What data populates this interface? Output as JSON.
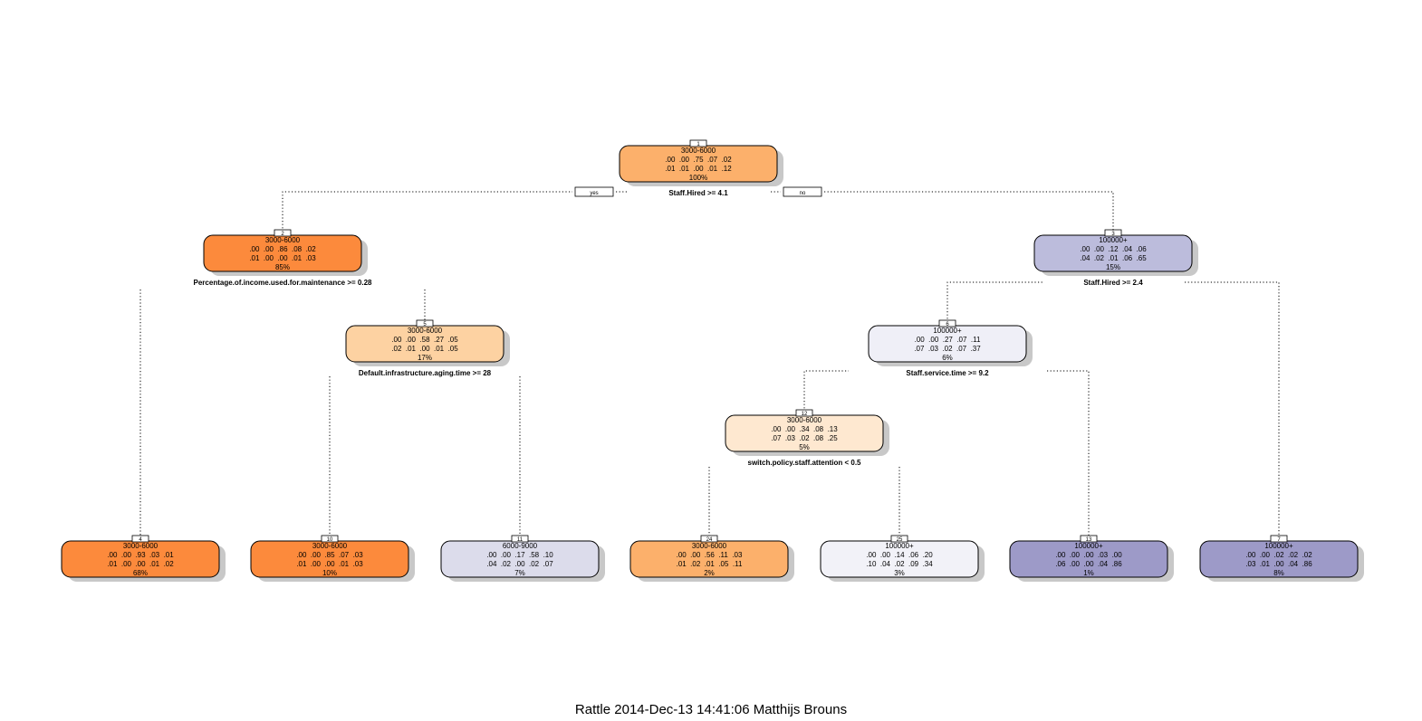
{
  "tree": {
    "nodes": [
      {
        "id": "1",
        "class": "3000-6000",
        "probs_row1": ".00  .00  .75  .07  .02",
        "probs_row2": ".01  .01  .00  .01  .12",
        "pct": "100%",
        "split": "Staff.Hired >= 4.1",
        "fill": "#fcb06b"
      },
      {
        "id": "2",
        "class": "3000-6000",
        "probs_row1": ".00  .00  .86  .08  .02",
        "probs_row2": ".01  .00  .00  .01  .03",
        "pct": "85%",
        "split": "Percentage.of.income.used.for.maintenance >= 0.28",
        "fill": "#fc8a3c"
      },
      {
        "id": "3",
        "class": "100000+",
        "probs_row1": ".00  .00  .12  .04  .06",
        "probs_row2": ".04  .02  .01  .06  .65",
        "pct": "15%",
        "split": "Staff.Hired >= 2.4",
        "fill": "#bcbcdc"
      },
      {
        "id": "5",
        "class": "3000-6000",
        "probs_row1": ".00  .00  .58  .27  .05",
        "probs_row2": ".02  .01  .00  .01  .05",
        "pct": "17%",
        "split": "Default.infrastructure.aging.time >= 28",
        "fill": "#fdd2a2"
      },
      {
        "id": "6",
        "class": "100000+",
        "probs_row1": ".00  .00  .27  .07  .11",
        "probs_row2": ".07  .03  .02  .07  .37",
        "pct": "6%",
        "split": "Staff.service.time >= 9.2",
        "fill": "#efeff7"
      },
      {
        "id": "12",
        "class": "3000-6000",
        "probs_row1": ".00  .00  .34  .08  .13",
        "probs_row2": ".07  .03  .02  .08  .25",
        "pct": "5%",
        "split": "switch.policy.staff.attention < 0.5",
        "fill": "#fee8d0"
      },
      {
        "id": "4",
        "class": "3000-6000",
        "probs_row1": ".00  .00  .93  .03  .01",
        "probs_row2": ".01  .00  .00  .01  .02",
        "pct": "68%",
        "split": "",
        "fill": "#fc8a3c"
      },
      {
        "id": "10",
        "class": "3000-6000",
        "probs_row1": ".00  .00  .85  .07  .03",
        "probs_row2": ".01  .00  .00  .01  .03",
        "pct": "10%",
        "split": "",
        "fill": "#fc8a3c"
      },
      {
        "id": "11",
        "class": "6000-9000",
        "probs_row1": ".00  .00  .17  .58  .10",
        "probs_row2": ".04  .02  .00  .02  .07",
        "pct": "7%",
        "split": "",
        "fill": "#dcdceb"
      },
      {
        "id": "24",
        "class": "3000-6000",
        "probs_row1": ".00  .00  .56  .11  .03",
        "probs_row2": ".01  .02  .01  .05  .11",
        "pct": "2%",
        "split": "",
        "fill": "#fcb06b"
      },
      {
        "id": "25",
        "class": "100000+",
        "probs_row1": ".00  .00  .14  .06  .20",
        "probs_row2": ".10  .04  .02  .09  .34",
        "pct": "3%",
        "split": "",
        "fill": "#f2f2f8"
      },
      {
        "id": "13",
        "class": "100000+",
        "probs_row1": ".00  .00  .00  .03  .00",
        "probs_row2": ".06  .00  .00  .04  .86",
        "pct": "1%",
        "split": "",
        "fill": "#9d9ac8"
      },
      {
        "id": "7",
        "class": "100000+",
        "probs_row1": ".00  .00  .02  .02  .02",
        "probs_row2": ".03  .01  .00  .04  .86",
        "pct": "8%",
        "split": "",
        "fill": "#9d9ac8"
      }
    ],
    "branch_labels": {
      "yes": "yes",
      "no": "no"
    }
  },
  "footer": "Rattle 2014-Dec-13 14:41:06 Matthijs Brouns"
}
